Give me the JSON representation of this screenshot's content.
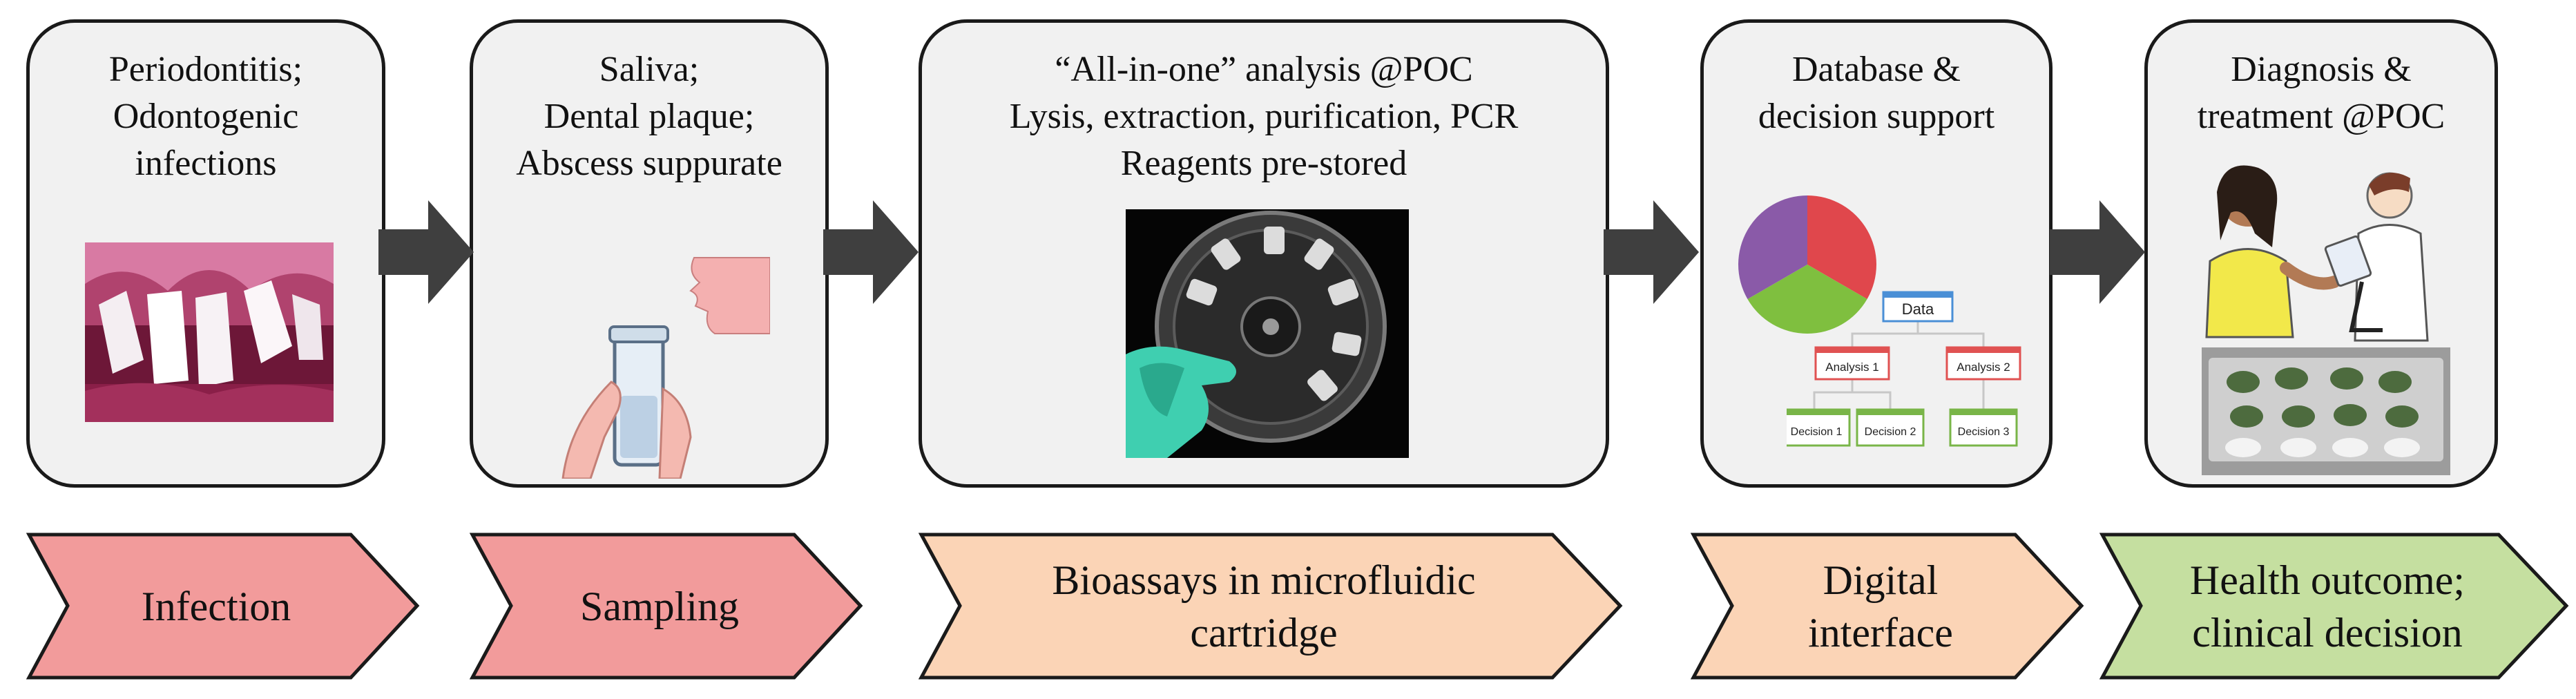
{
  "stages": [
    {
      "id": "infection",
      "panel_lines": [
        "Periodontitis;",
        "Odontogenic",
        "infections"
      ],
      "label_lines": [
        "Infection"
      ],
      "fill": "#f29b9b"
    },
    {
      "id": "sampling",
      "panel_lines": [
        "Saliva;",
        "Dental plaque;",
        "Abscess suppurate"
      ],
      "label_lines": [
        "Sampling"
      ],
      "fill": "#f29b9b"
    },
    {
      "id": "bioassays",
      "panel_lines": [
        "“All-in-one” analysis @POC",
        "Lysis, extraction, purification, PCR",
        "Reagents pre-stored"
      ],
      "label_lines": [
        "Bioassays in microfluidic",
        "cartridge"
      ],
      "fill": "#fbd4b6"
    },
    {
      "id": "digital",
      "panel_lines": [
        "Database &",
        "decision support"
      ],
      "label_lines": [
        "Digital",
        "interface"
      ],
      "fill": "#fbd4b6"
    },
    {
      "id": "health",
      "panel_lines": [
        "Diagnosis &",
        "treatment @POC"
      ],
      "label_lines": [
        "Health outcome;",
        "clinical decision"
      ],
      "fill": "#c5dfa0"
    }
  ],
  "decision_tree": {
    "root": "Data",
    "level1": [
      "Analysis 1",
      "Analysis 2"
    ],
    "level2": [
      "Decision 1",
      "Decision 2",
      "Decision 3"
    ]
  },
  "colors": {
    "panel_border": "#1a1a1a",
    "panel_fill": "#f1f1f1",
    "flow_arrow": "#3f3f3f",
    "tree_data": "#4a8fd6",
    "tree_analysis": "#e05252",
    "tree_decision": "#79b548",
    "pie": [
      "#e0474c",
      "#7fbf3f",
      "#8a5aa8"
    ]
  }
}
